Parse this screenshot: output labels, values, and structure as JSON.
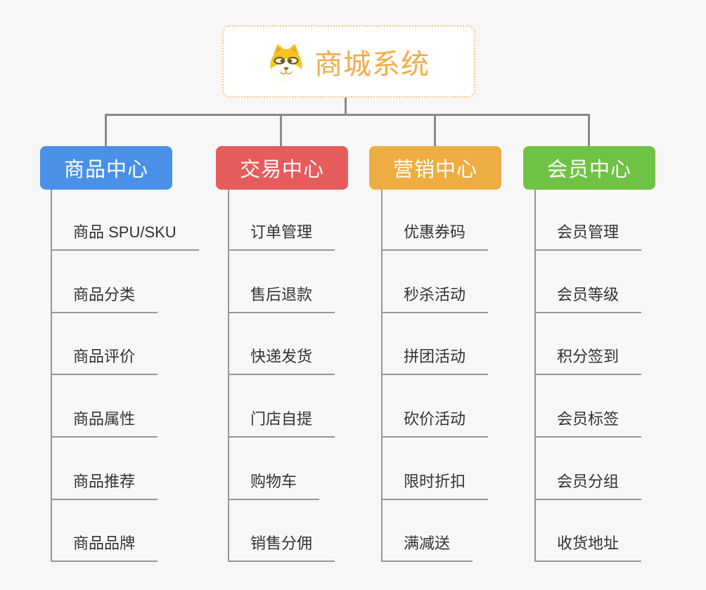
{
  "root": {
    "title": "商城系统",
    "icon": "shiba-dog-icon"
  },
  "branches": [
    {
      "label": "商品中心",
      "color": "#4A90E8",
      "items": [
        "商品 SPU/SKU",
        "商品分类",
        "商品评价",
        "商品属性",
        "商品推荐",
        "商品品牌"
      ]
    },
    {
      "label": "交易中心",
      "color": "#E65C5C",
      "items": [
        "订单管理",
        "售后退款",
        "快递发货",
        "门店自提",
        "购物车",
        "销售分佣"
      ]
    },
    {
      "label": "营销中心",
      "color": "#EEAD43",
      "items": [
        "优惠券码",
        "秒杀活动",
        "拼团活动",
        "砍价活动",
        "限时折扣",
        "满减送"
      ]
    },
    {
      "label": "会员中心",
      "color": "#6FC244",
      "items": [
        "会员管理",
        "会员等级",
        "积分签到",
        "会员标签",
        "会员分组",
        "收货地址"
      ]
    }
  ],
  "palette": {
    "background": "#F7F7F7",
    "connector_line": "#8A8A8A",
    "leaf_underline": "#979797",
    "leaf_text": "#333333",
    "root_text": "#F2AC46",
    "root_border": "#F3C584",
    "root_background": "#FFFFFF"
  }
}
